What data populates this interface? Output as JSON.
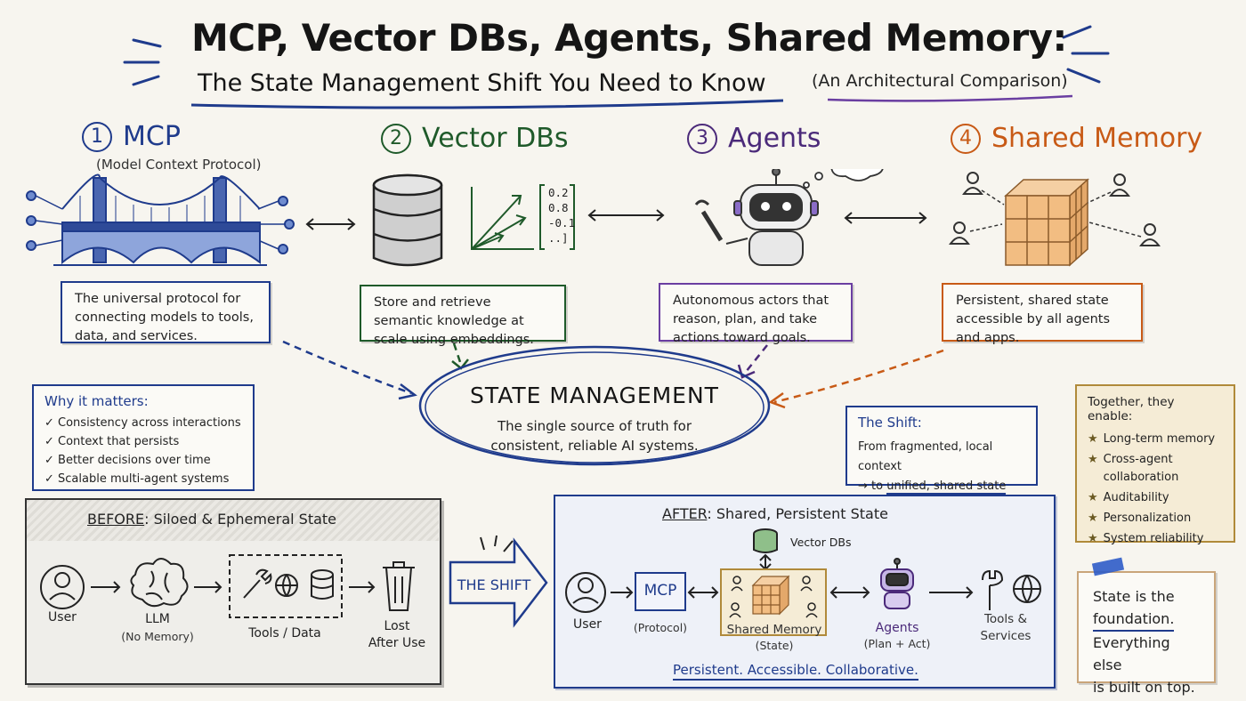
{
  "title": "MCP, Vector DBs, Agents, Shared Memory:",
  "subtitle": "The State Management Shift You Need to Know",
  "subtitle_note": "(An Architectural Comparison)",
  "sections": [
    {
      "num": "1",
      "name": "MCP",
      "sub": "(Model Context Protocol)",
      "desc": "The universal protocol for connecting models to tools, data, and services.",
      "color": "#1f3b8c"
    },
    {
      "num": "2",
      "name": "Vector DBs",
      "sub": "",
      "desc": "Store and retrieve semantic knowledge at scale using embeddings.",
      "color": "#1f5a2a"
    },
    {
      "num": "3",
      "name": "Agents",
      "sub": "",
      "desc": "Autonomous actors that reason, plan, and take actions toward goals.",
      "color": "#4b2a7a"
    },
    {
      "num": "4",
      "name": "Shared Memory",
      "sub": "",
      "desc": "Persistent, shared state accessible by all agents and apps.",
      "color": "#c85a16"
    }
  ],
  "vector": [
    "0.2",
    "0.8",
    "-0.1",
    "..]"
  ],
  "state": {
    "title": "STATE MANAGEMENT",
    "desc": "The single source of truth for consistent, reliable AI systems."
  },
  "why": {
    "title": "Why it matters:",
    "items": [
      "Consistency across interactions",
      "Context that persists",
      "Better decisions over time",
      "Scalable multi-agent systems"
    ]
  },
  "shift_box": {
    "title": "The Shift:",
    "line1": "From fragmented, local context",
    "line2_prefix": "→ to",
    "line2_emph": "unified, shared state"
  },
  "enable": {
    "title": "Together, they enable:",
    "items": [
      "Long-term memory",
      "Cross-agent collaboration",
      "Auditability",
      "Personalization",
      "System reliability"
    ]
  },
  "before": {
    "label": "BEFORE",
    "title": ": Siloed & Ephemeral State",
    "user": "User",
    "llm": "LLM",
    "llm_sub": "(No Memory)",
    "tools": "Tools / Data",
    "lost1": "Lost",
    "lost2": "After Use"
  },
  "the_shift_arrow": "THE SHIFT",
  "after": {
    "label": "AFTER",
    "title": ": Shared, Persistent State",
    "vector": "Vector DBs",
    "user": "User",
    "mcp": "MCP",
    "mcp_sub": "(Protocol)",
    "memory": "Shared Memory",
    "memory_sub": "(State)",
    "agents": "Agents",
    "agents_sub": "(Plan + Act)",
    "tools1": "Tools &",
    "tools2": "Services",
    "footer": "Persistent. Accessible. Collaborative."
  },
  "foundation": {
    "line1": "State is the",
    "line2": "foundation.",
    "line3": "Everything else",
    "line4": "is built on top."
  }
}
